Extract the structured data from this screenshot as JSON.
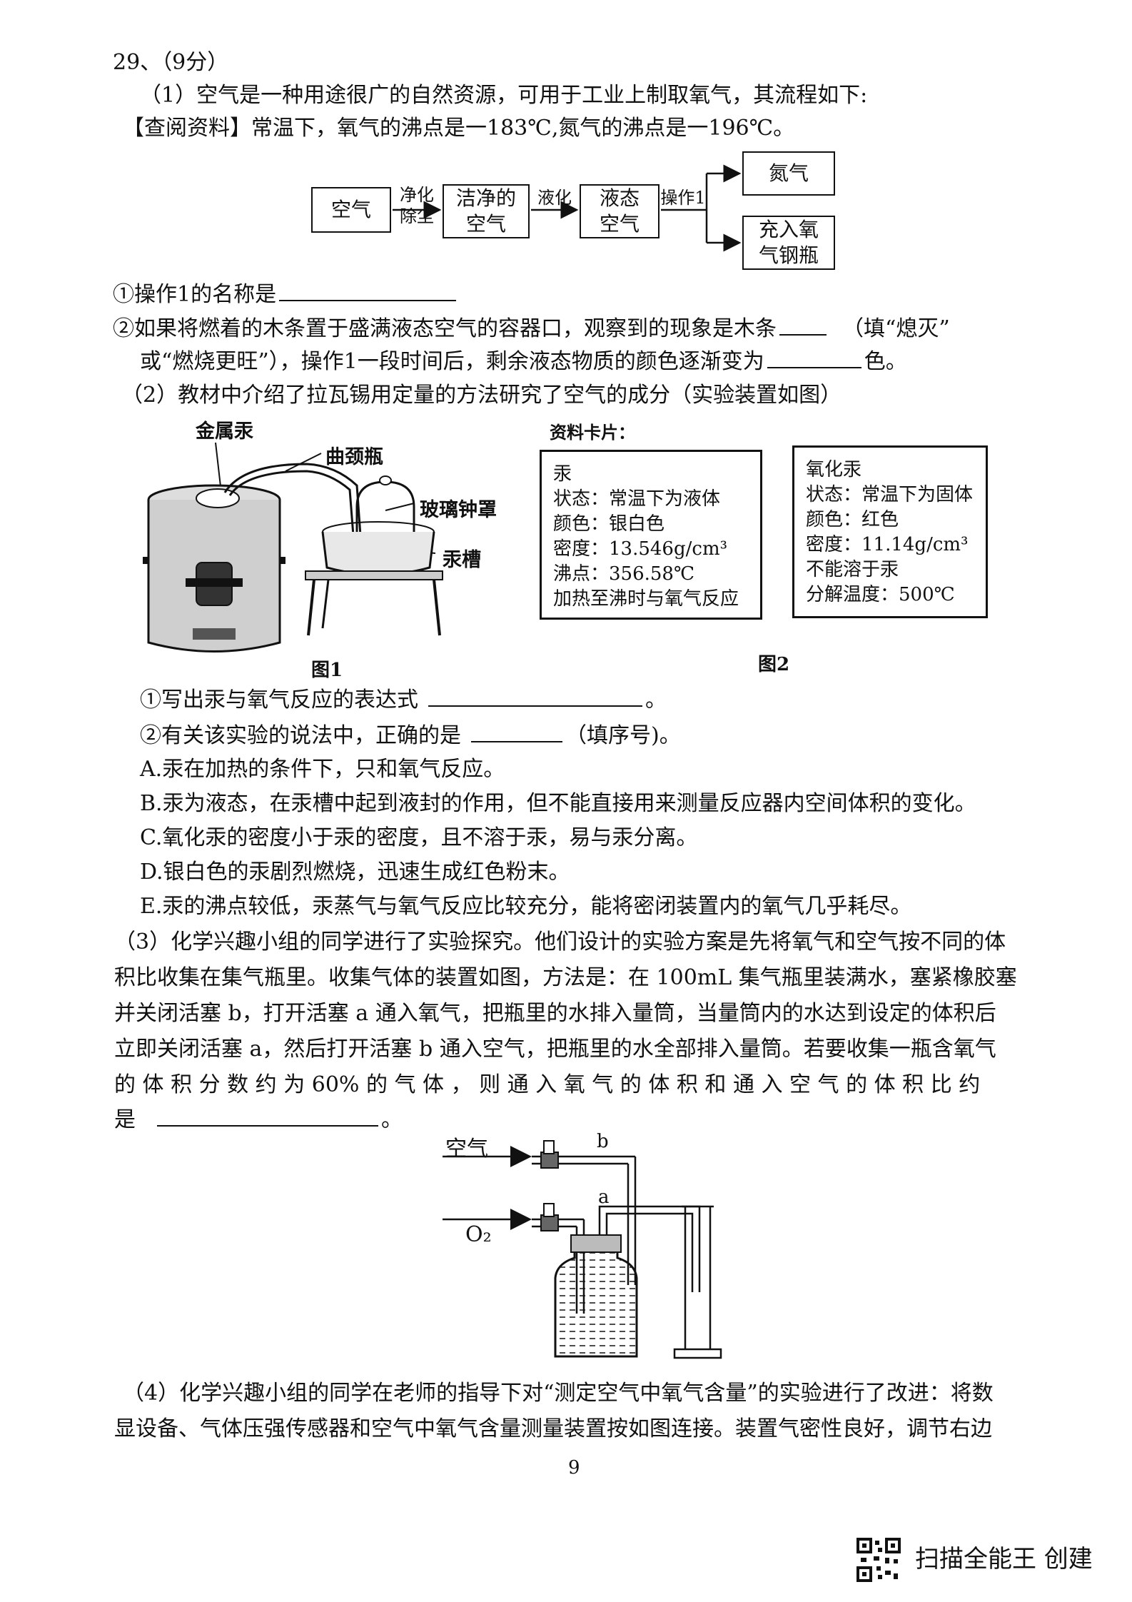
{
  "question": {
    "number": "29、",
    "score": "（9分）"
  },
  "part1": {
    "intro": "（1）空气是一种用途很广的自然资源，可用于工业上制取氧气，其流程如下:",
    "info": "【查阅资料】常温下，氧气的沸点是一183℃,氮气的沸点是一196℃。",
    "flow": {
      "air": "空气",
      "step1_top": "净化",
      "step1_bottom": "除尘",
      "clean_air_line1": "洁净的",
      "clean_air_line2": "空气",
      "step2": "液化",
      "liquid_air_line1": "液态",
      "liquid_air_line2": "空气",
      "step3": "操作1",
      "nitrogen": "氮气",
      "tank_line1": "充入氧",
      "tank_line2": "气钢瓶"
    },
    "q1": "①操作1的名称是",
    "q2_line1_a": "②如果将燃着的木条置于盛满液态空气的容器口，观察到的现象是木条",
    "q2_line1_b": "（填“熄灭”",
    "q2_line2_a": "或“燃烧更旺”），操作1一段时间后，剩余液态物质的颜色逐渐变为",
    "q2_line2_b": "色。"
  },
  "part2": {
    "intro": "（2）教材中介绍了拉瓦锡用定量的方法研究了空气的成分（实验装置如图）",
    "labels": {
      "mercury": "金属汞",
      "retort": "曲颈瓶",
      "bell_jar": "玻璃钟罩",
      "trough": "汞槽"
    },
    "fig1": "图1",
    "fig2": "图2",
    "card_heading": "资料卡片：",
    "card_mercury": [
      "汞",
      "状态：常温下为液体",
      "颜色：银白色",
      "密度：13.546g/cm³",
      "沸点：356.58℃",
      "加热至沸时与氧气反应"
    ],
    "card_oxide": [
      "氧化汞",
      "状态：常温下为固体",
      "颜色：红色",
      "密度：11.14g/cm³",
      "不能溶于汞",
      "分解温度：500℃"
    ],
    "q1_a": "①写出汞与氧气反应的表达式",
    "q1_b": "。",
    "q2_a": "②有关该实验的说法中，正确的是",
    "q2_b": "（填序号)。",
    "options": [
      "A.汞在加热的条件下，只和氧气反应。",
      "B.汞为液态，在汞槽中起到液封的作用，但不能直接用来测量反应器内空间体积的变化。",
      "C.氧化汞的密度小于汞的密度，且不溶于汞，易与汞分离。",
      "D.银白色的汞剧烈燃烧，迅速生成红色粉末。",
      "E.汞的沸点较低，汞蒸气与氧气反应比较充分，能将密闭装置内的氧气几乎耗尽。"
    ]
  },
  "part3": {
    "lines": [
      "（3）化学兴趣小组的同学进行了实验探究。他们设计的实验方案是先将氧气和空气按不同的体",
      "积比收集在集气瓶里。收集气体的装置如图，方法是：在 100mL 集气瓶里装满水，塞紧橡胶塞",
      "并关闭活塞 b，打开活塞 a 通入氧气，把瓶里的水排入量筒，当量筒内的水达到设定的体积后",
      "立即关闭活塞 a，然后打开活塞 b 通入空气，把瓶里的水全部排入量筒。若要收集一瓶含氧气",
      "的 体 积 分 数 约 为  60% 的 气 体 ， 则 通 入 氧 气 的 体 积 和 通 入 空 气 的 体 积 比 约"
    ],
    "last_a": "是",
    "last_b": "。",
    "air_label": "空气",
    "o2_label": "O₂",
    "valve_b": "b",
    "valve_a": "a"
  },
  "part4": {
    "line1": "（4）化学兴趣小组的同学在老师的指导下对“测定空气中氧气含量”的实验进行了改进：将数",
    "line2": "显设备、气体压强传感器和空气中氧气含量测量装置按如图连接。装置气密性良好，调节右边"
  },
  "footer": {
    "page_number": "9",
    "watermark": "扫描全能王  创建"
  }
}
